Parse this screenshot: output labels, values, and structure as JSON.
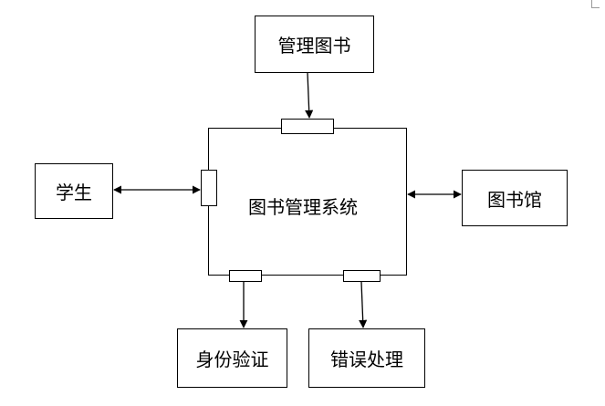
{
  "diagram": {
    "system": {
      "label": "图书管理系统"
    },
    "nodes": {
      "manage_books": "管理图书",
      "student": "学生",
      "library": "图书馆",
      "auth": "身份验证",
      "error": "错误处理"
    },
    "colors": {
      "stroke": "#000000",
      "background": "#ffffff"
    }
  }
}
